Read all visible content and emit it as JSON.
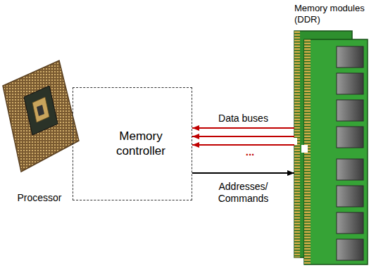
{
  "diagram": {
    "nodes": [
      {
        "text": [
          "Memory controller"
        ]
      },
      {
        "text": [
          "Memory modules (DDR)"
        ]
      }
    ],
    "edges": [
      {
        "from": 1,
        "to": 0,
        "arrow": "to",
        "label": "Data buses"
      },
      {
        "from": 1,
        "to": 0,
        "arrow": "to"
      },
      {
        "from": 1,
        "to": 0,
        "arrow": "to"
      },
      {
        "from": 0,
        "to": 1,
        "arrow": "to",
        "label": "Addresses/ Commands"
      }
    ],
    "labels": [
      "Processor",
      "..."
    ]
  }
}
